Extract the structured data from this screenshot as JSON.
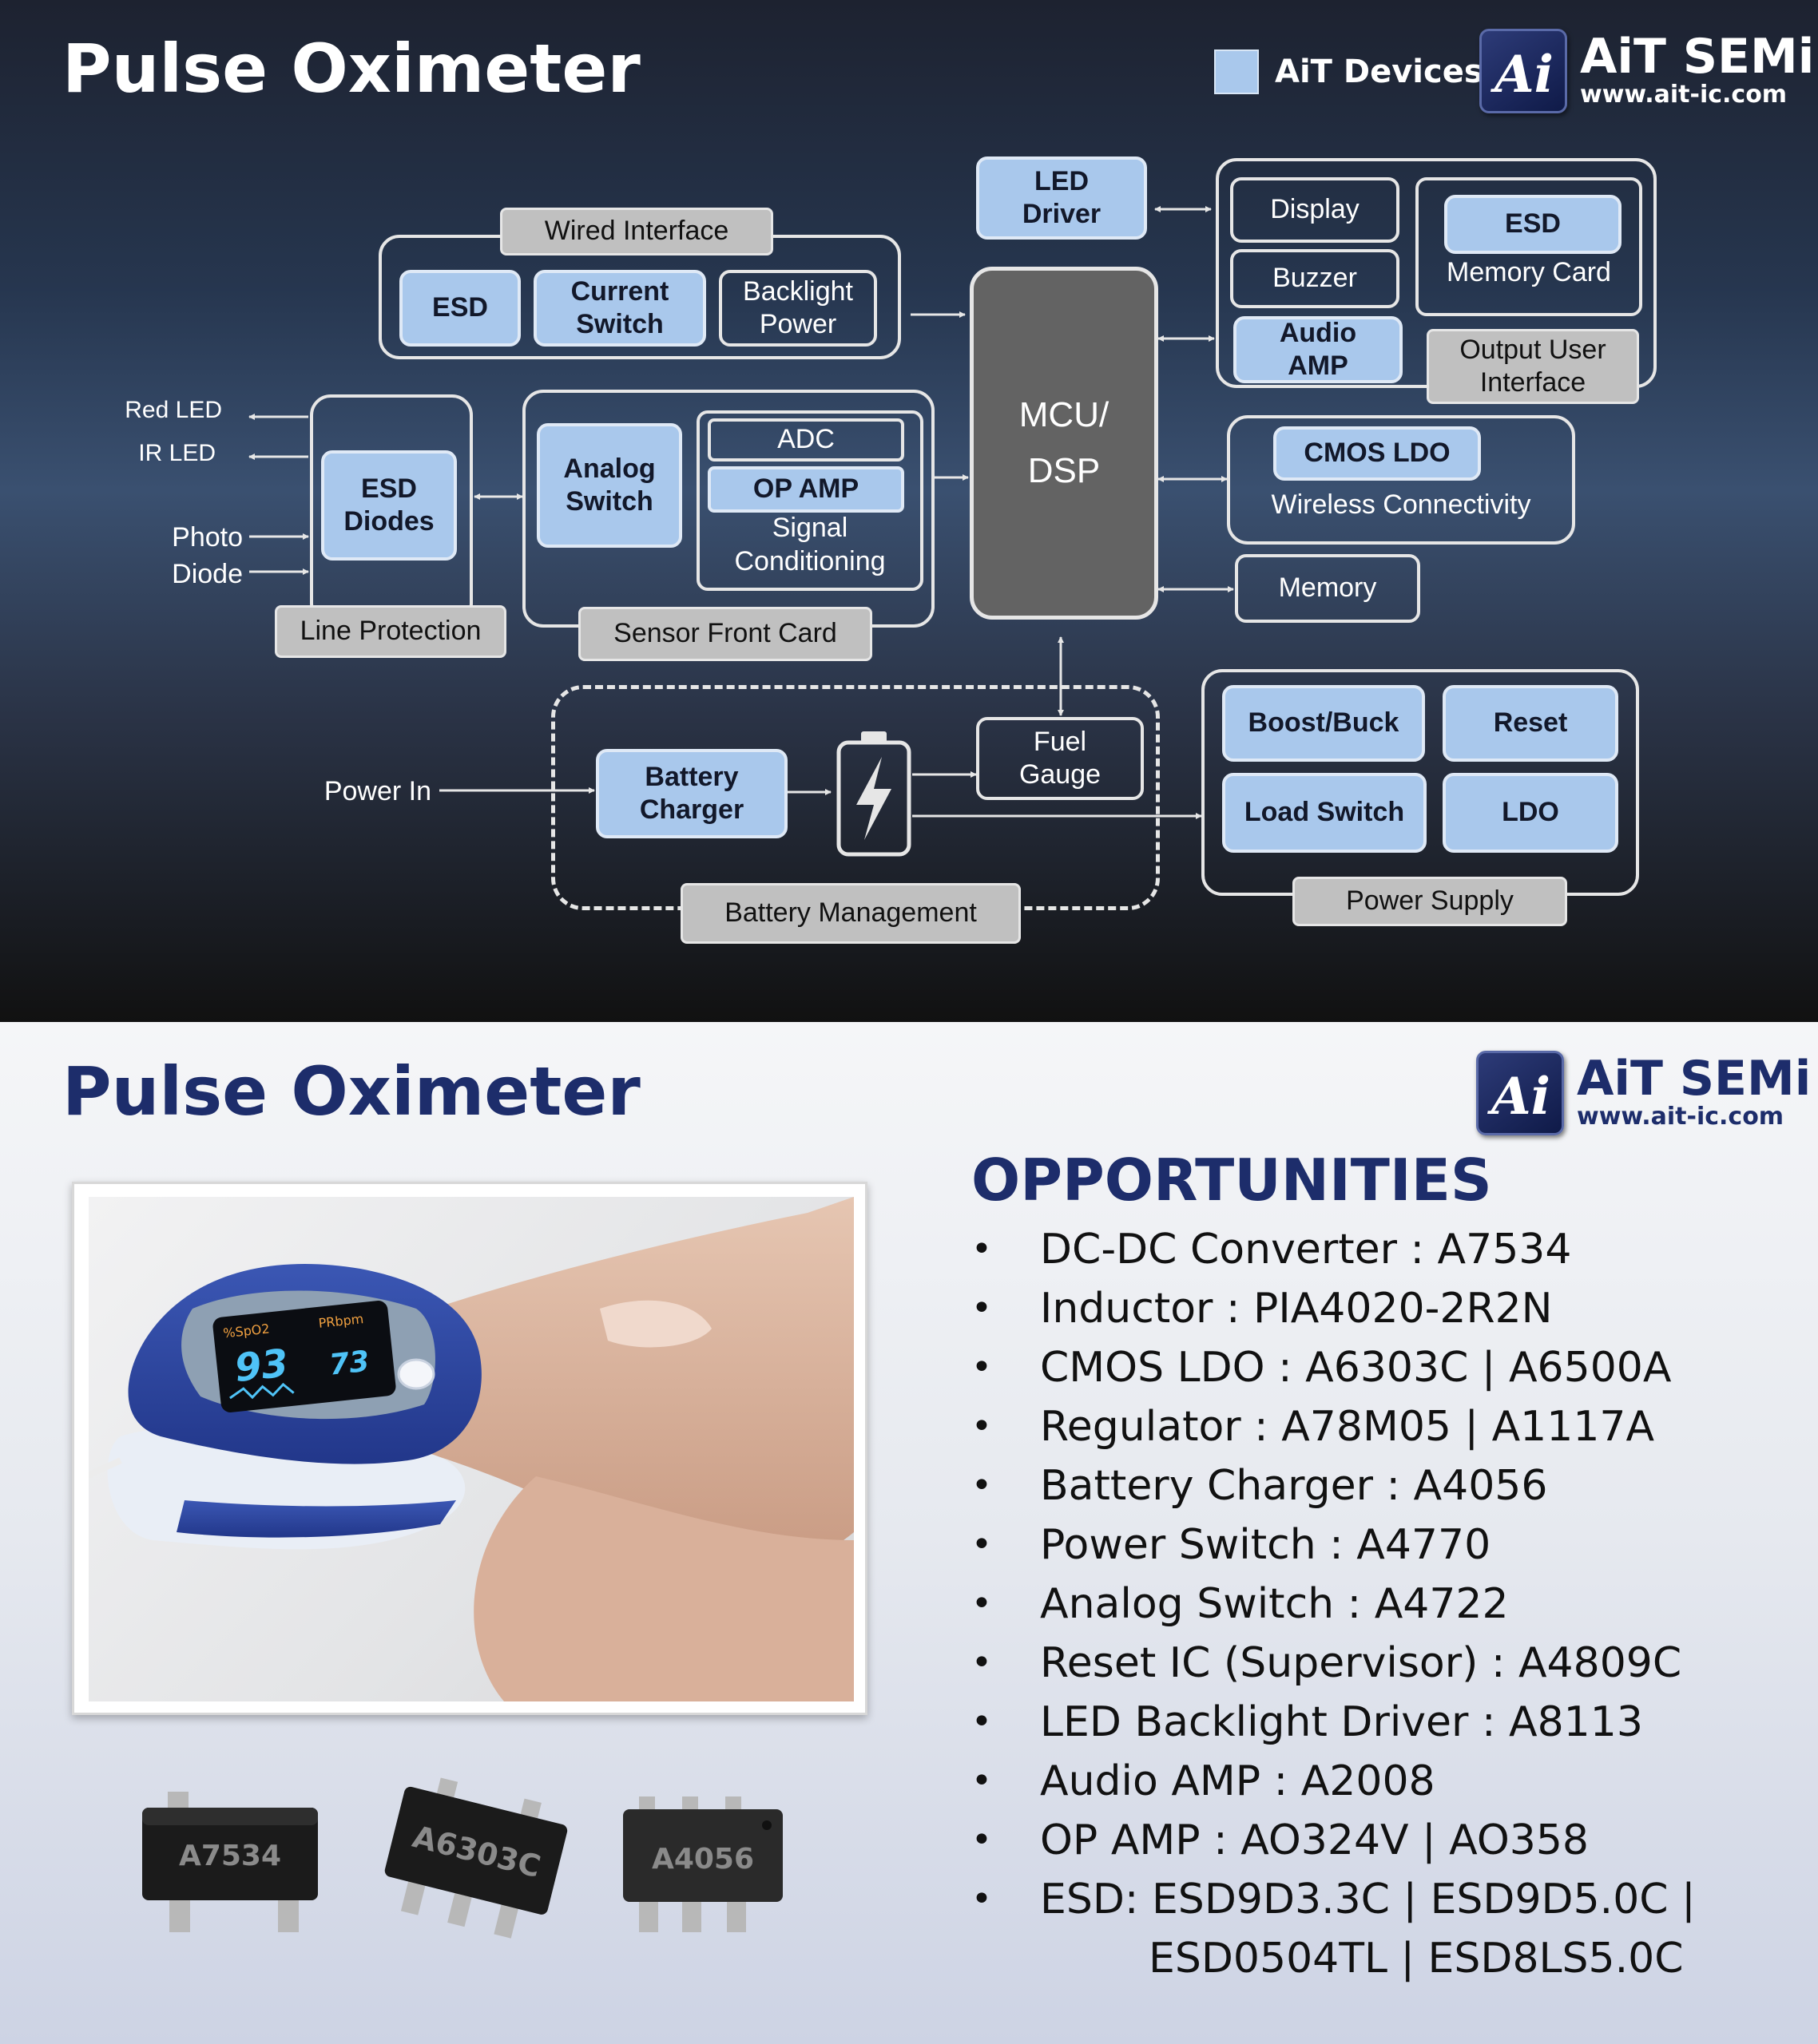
{
  "header": {
    "title": "Pulse Oximeter",
    "legend_label": "AiT Devices",
    "legend_color": "#a9c8ec"
  },
  "logo": {
    "name": "AiT SEMi",
    "url": "www.ait-ic.com",
    "mark_letters": "Ai"
  },
  "diagram": {
    "groups": {
      "wired_interface": "Wired Interface",
      "line_protection": "Line Protection",
      "sensor_front_card": "Sensor Front Card",
      "output_user_interface": "Output User\nInterface",
      "wireless_connectivity": "Wireless Connectivity",
      "battery_management": "Battery Management",
      "power_supply": "Power Supply"
    },
    "blocks": {
      "esd": "ESD",
      "current_switch": "Current\nSwitch",
      "backlight_power": "Backlight\nPower",
      "esd_diodes": "ESD\nDiodes",
      "analog_switch": "Analog\nSwitch",
      "adc": "ADC",
      "op_amp": "OP AMP",
      "signal_conditioning": "Signal\nConditioning",
      "led_driver": "LED\nDriver",
      "mcu_dsp": "MCU/\nDSP",
      "display": "Display",
      "buzzer": "Buzzer",
      "audio_amp": "Audio\nAMP",
      "esd_memory": "ESD",
      "memory_card": "Memory Card",
      "cmos_ldo": "CMOS LDO",
      "memory": "Memory",
      "battery_charger": "Battery\nCharger",
      "fuel_gauge": "Fuel\nGauge",
      "boost_buck": "Boost/Buck",
      "reset": "Reset",
      "load_switch": "Load Switch",
      "ldo": "LDO"
    },
    "signals": {
      "red_led": "Red LED",
      "ir_led": "IR LED",
      "photo_diode": "Photo\nDiode",
      "power_in": "Power In"
    }
  },
  "bottom": {
    "title": "Pulse Oximeter",
    "opportunities_heading": "OPPORTUNITIES",
    "opportunities": [
      {
        "text": "DC-DC Converter : A7534"
      },
      {
        "text": "Inductor : PIA4020-2R2N"
      },
      {
        "text": "CMOS LDO : A6303C | A6500A"
      },
      {
        "text": "Regulator : A78M05 | A1117A"
      },
      {
        "text": "Battery Charger : A4056"
      },
      {
        "text": "Power Switch : A4770"
      },
      {
        "text": "Analog Switch : A4722"
      },
      {
        "text": "Reset IC (Supervisor) :  A4809C"
      },
      {
        "text": "LED Backlight Driver :  A8113"
      },
      {
        "text": "Audio AMP : A2008"
      },
      {
        "text": "OP AMP : AO324V | AO358"
      },
      {
        "text": "ESD:  ESD9D3.3C | ESD9D5.0C |",
        "continuation": "ESD0504TL | ESD8LS5.0C"
      }
    ],
    "device_readout": {
      "spo2_label": "%SpO2",
      "pr_label": "PRbpm",
      "spo2_value": "93",
      "pr_value": "73"
    },
    "chips": [
      {
        "marking": "A7534"
      },
      {
        "marking": "A6303C"
      },
      {
        "marking": "A4056"
      }
    ]
  }
}
